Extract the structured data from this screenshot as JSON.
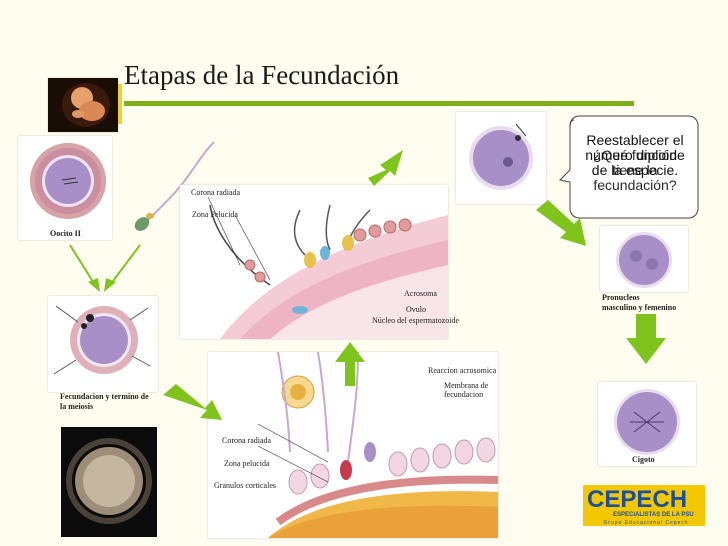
{
  "title": "Etapas de la Fecundación",
  "labels": {
    "oocito": "Oocito II",
    "corona_radiada_top": "Corona radiada",
    "zona_pelucida_top": "Zona Pelucida",
    "acrosoma": "Acrosoma",
    "ovulo": "Ovulo",
    "nucleo": "Núcleo del espermatozoide",
    "fecundacion_line1": "Fecundacion y termino de",
    "fecundacion_line2": "la meiosis",
    "reaccion": "Reaccion acrosomica",
    "membrana_line1": "Membrana de",
    "membrana_line2": "fecundacion",
    "corona_radiada_bottom": "Corona radiada",
    "zona_pelucida_bottom": "Zona pelucida",
    "granulos": "Granulos corticales",
    "pronucleos_line1": "Pronucleos",
    "pronucleos_line2": "masculino y femenino",
    "cigoto": "Cigoto"
  },
  "callout": {
    "answer": "Reestablecer el número diploide de la especie.",
    "question": "¿Qué función tiene la fecundación?"
  },
  "logo": {
    "name": "CEPECH",
    "tagline": "ESPECIALISTAS DE LA PSU",
    "subtitle": "Grupo Educacional Cepech"
  },
  "colors": {
    "arrow_green": "#7fc41c",
    "title_bar": "#7fae1c",
    "cell_purple": "#a98fc8",
    "logo_yellow": "#f4c800",
    "logo_blue": "#1b4f9c"
  }
}
